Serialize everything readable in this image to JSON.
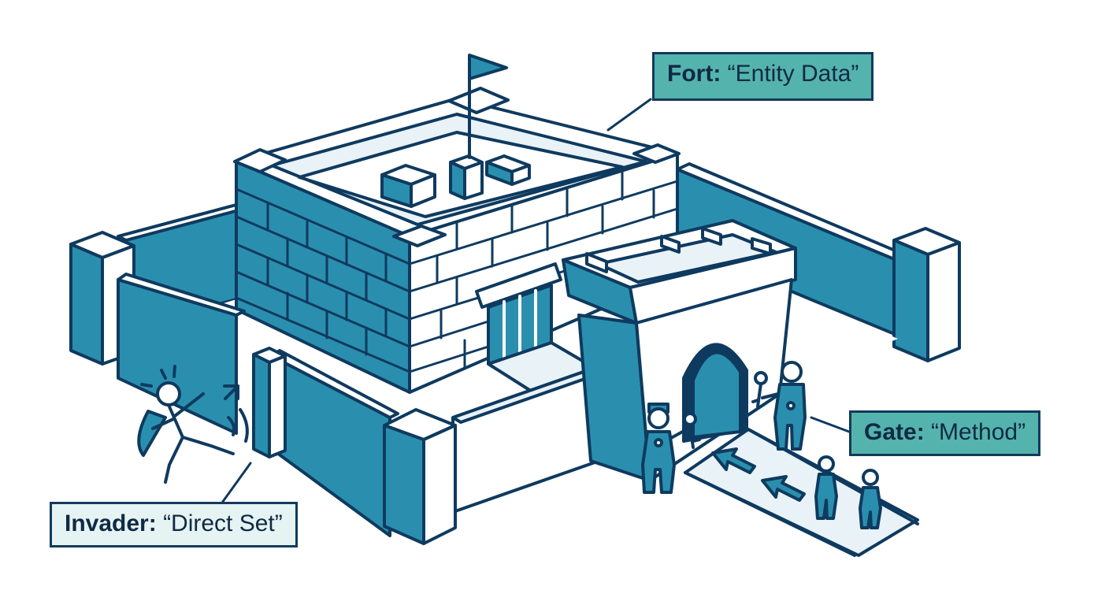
{
  "callouts": {
    "fort": {
      "term": "Fort:",
      "text": "“Entity Data”"
    },
    "gate": {
      "term": "Gate:",
      "text": "“Method”"
    },
    "invader": {
      "term": "Invader:",
      "text": "“Direct Set”"
    }
  },
  "colors": {
    "outline": "#0f3a5f",
    "teal": "#2a8fae",
    "light": "#e8f2f7",
    "callout_fill": "#55b3ad",
    "callout_fill_light": "#e6f3f3"
  },
  "icons": [
    "flag-icon",
    "key-icon",
    "arrow-icon",
    "person-icon"
  ]
}
